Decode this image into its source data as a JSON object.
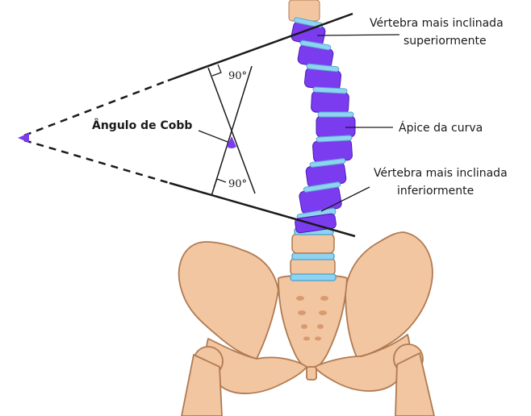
{
  "title": "",
  "labels": {
    "cobb_angle": "Ângulo de Cobb",
    "upper_right_angle": "90°",
    "lower_right_angle": "90°",
    "upper_vertebra_line1": "Vértebra mais inclinada",
    "upper_vertebra_line2": "superiormente",
    "apex": "Ápice da curva",
    "lower_vertebra_line1": "Vértebra mais inclinada",
    "lower_vertebra_line2": "inferiormente"
  },
  "colors": {
    "vertebra": "#7b3cf0",
    "vertebra_dark": "#5a22c8",
    "disc": "#8fd3f2",
    "bone": "#f2c6a0",
    "bone_outline": "#b07a52",
    "line": "#1a1a1a"
  }
}
